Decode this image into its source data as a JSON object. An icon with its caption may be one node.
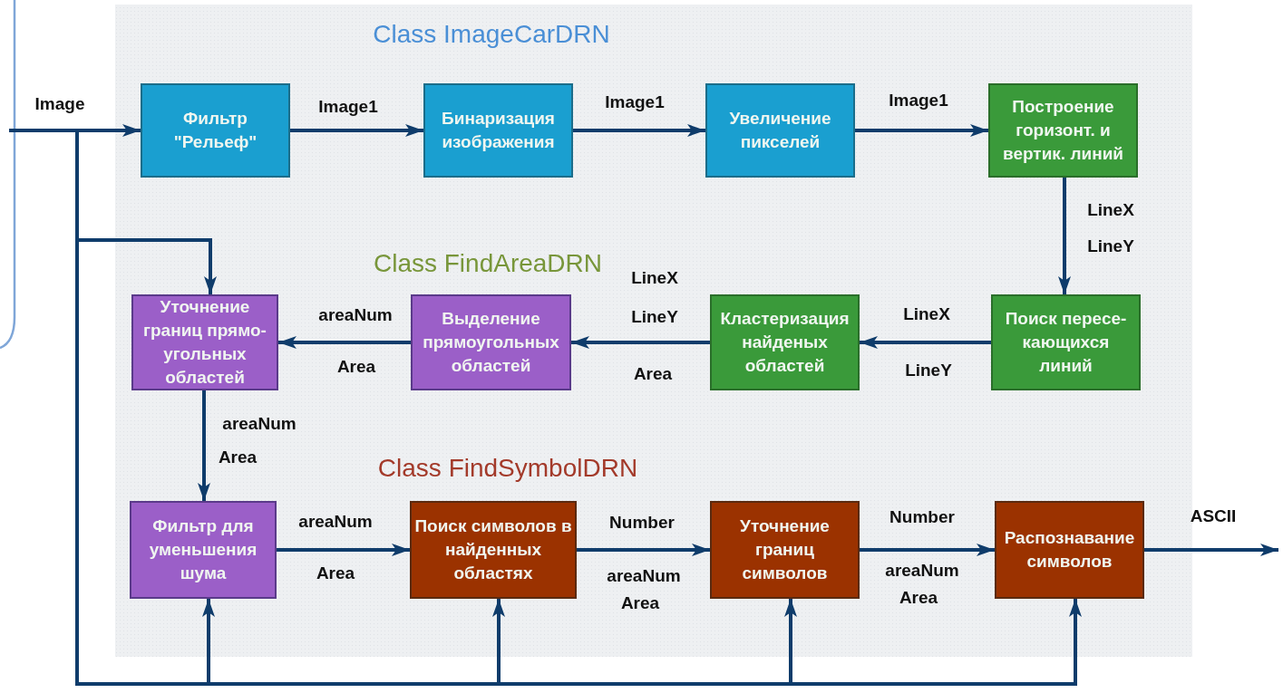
{
  "diagram": {
    "nodes": [
      {
        "text": [
          "Фильтр \"Рельеф\""
        ]
      },
      {
        "text": [
          "Бинаризация изображения"
        ]
      },
      {
        "text": [
          "Увеличение пикселей"
        ]
      },
      {
        "text": [
          "Построение горизонт. и вертик. линий"
        ]
      },
      {
        "text": [
          "Поиск пересе- кающихся линий"
        ]
      },
      {
        "text": [
          "Кластеризация найденых областей"
        ]
      },
      {
        "text": [
          "Выделение прямоугольных областей"
        ]
      },
      {
        "text": [
          "Уточнение границ прямо- угольных областей"
        ]
      },
      {
        "text": [
          "Фильтр для уменьшения шума"
        ]
      },
      {
        "text": [
          "Поиск символов в найденных областях"
        ]
      },
      {
        "text": [
          "Уточнение границ символов"
        ]
      },
      {
        "text": [
          "Распознавание символов"
        ]
      }
    ],
    "edges": [
      {
        "from": null,
        "to": 0,
        "arrow": "to",
        "label": "Image"
      },
      {
        "from": 0,
        "to": 1,
        "arrow": "to",
        "label": "Image1"
      },
      {
        "from": 1,
        "to": 2,
        "arrow": "to",
        "label": "Image1"
      },
      {
        "from": 2,
        "to": 3,
        "arrow": "to",
        "label": "Image1"
      },
      {
        "from": 3,
        "to": 4,
        "arrow": "to"
      },
      {
        "from": 4,
        "to": 5,
        "arrow": "to"
      },
      {
        "from": 5,
        "to": 6,
        "arrow": "to"
      },
      {
        "from": 6,
        "to": 7,
        "arrow": "to"
      },
      {
        "from": 7,
        "to": 8,
        "arrow": "to"
      },
      {
        "from": 8,
        "to": 9,
        "arrow": "to"
      },
      {
        "from": 9,
        "to": 10,
        "arrow": "to"
      },
      {
        "from": 10,
        "to": 11,
        "arrow": "to"
      },
      {
        "from": 11,
        "to": null,
        "arrow": "to",
        "label": "ASCII"
      },
      {
        "from": null,
        "to": 7,
        "arrow": "to"
      },
      {
        "from": null,
        "to": 8,
        "arrow": "to"
      },
      {
        "from": null,
        "to": 9,
        "arrow": "to"
      },
      {
        "from": null,
        "to": 10,
        "arrow": "to"
      },
      {
        "from": null,
        "to": 11,
        "arrow": "to"
      }
    ],
    "labels": [
      "Class ImageCarDRN",
      "LineX",
      "LineY",
      "Class FindAreaDRN",
      "LineX",
      "LineY",
      "areaNum",
      "LineX",
      "Area",
      "Area",
      "LineY",
      "areaNum",
      "Area",
      "Class FindSymbolDRN",
      "Number",
      "areaNum",
      "Number",
      "areaNum",
      "Area",
      "areaNum",
      "Area",
      "Area"
    ]
  }
}
